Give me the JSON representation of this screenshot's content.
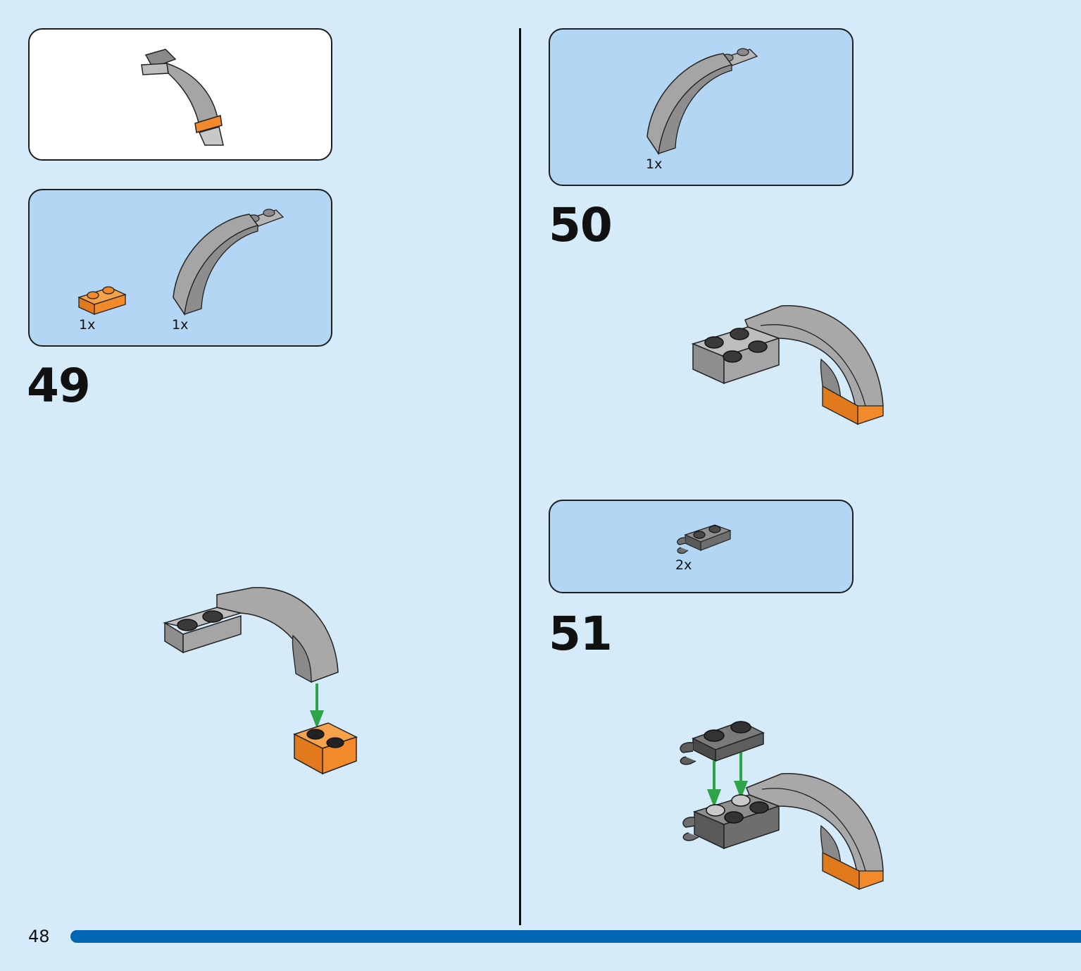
{
  "page": {
    "number": "48"
  },
  "colors": {
    "background": "#d5ebfa",
    "callout_blue": "#b2d6f3",
    "page_bar": "#0066b3",
    "brick_gray": "#a5a5a5",
    "brick_dark_gray": "#6e6e6e",
    "brick_orange": "#f28a2a",
    "arrow_green": "#2fa34a"
  },
  "steps": [
    {
      "number": "49",
      "parts": [
        {
          "qty": "1x",
          "icon": "orange-plate-1x2-icon"
        },
        {
          "qty": "1x",
          "icon": "gray-arch-curve-icon"
        }
      ]
    },
    {
      "number": "50",
      "parts": [
        {
          "qty": "1x",
          "icon": "gray-arch-curve-icon"
        }
      ]
    },
    {
      "number": "51",
      "parts": [
        {
          "qty": "2x",
          "icon": "dark-gray-clip-plate-icon"
        }
      ]
    }
  ]
}
